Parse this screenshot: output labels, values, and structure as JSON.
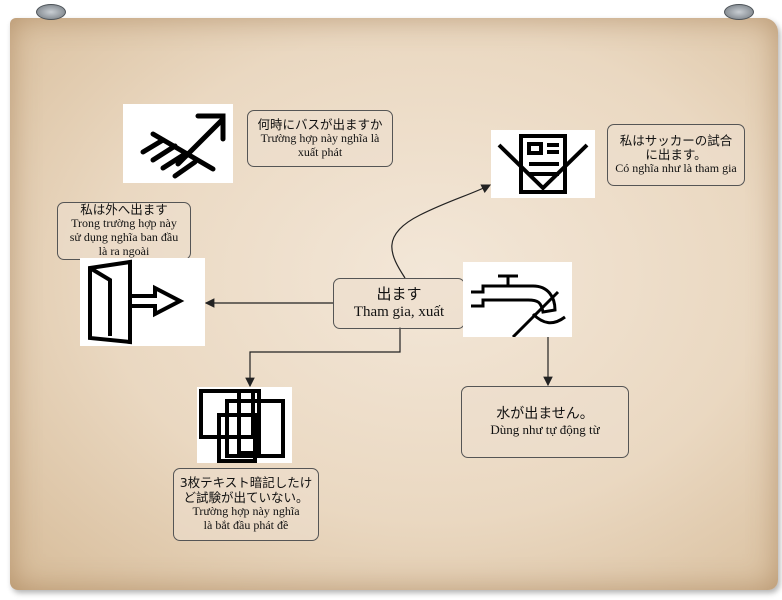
{
  "center": {
    "jp": "出ます",
    "vn": "Tham gia, xuất"
  },
  "nodes": [
    {
      "jp": "何時にバスが出ますか",
      "vn": "Trường hợp này nghĩa là xuất phát",
      "icon": "arrow-up-right-icon"
    },
    {
      "jp": "私はサッカーの試合に出ます。",
      "vn": "Có nghĩa như là tham gia",
      "icon": "document-icon"
    },
    {
      "jp": "私は外へ出ます",
      "vn": "Trong trường hợp này sử dụng nghĩa ban đầu là ra ngoài",
      "icon": "exit-door-icon"
    },
    {
      "jp": "水が出ません。",
      "vn": "Dùng như tự động từ",
      "icon": "faucet-icon"
    },
    {
      "jp": "3枚テキスト暗記したけど試験が出ていない。",
      "vn": "Trường hợp này nghĩa là bắt đầu phát đề",
      "icon": "overlapping-squares-icon"
    }
  ]
}
